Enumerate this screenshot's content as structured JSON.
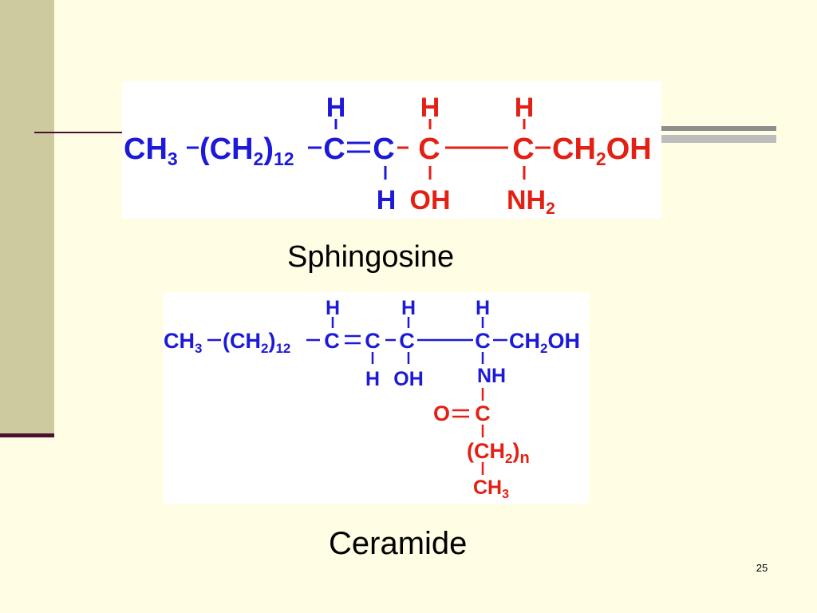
{
  "colors": {
    "background": "#FFFDE3",
    "side_band": "#CDCA9E",
    "accent_dark": "#4A1032",
    "blue_text": "#1C1AD8",
    "red_text": "#E41F13"
  },
  "sphingosine": {
    "caption": "Sphingosine",
    "top_h_1": "H",
    "top_h_2": "H",
    "top_h_3": "H",
    "ch3": "CH",
    "ch3_sub": "3",
    "ch2_open": "(CH",
    "ch2_sub": "2",
    "ch2_close": ")",
    "ch2_count": "12",
    "c1": "C",
    "c2": "C",
    "c3": "C",
    "c4": "C",
    "ch2oh_a": "CH",
    "ch2oh_sub": "2",
    "ch2oh_b": "OH",
    "bottom_h": "H",
    "oh": "OH",
    "nh2": "NH",
    "nh2_sub": "2"
  },
  "ceramide": {
    "caption": "Ceramide",
    "top_h_1": "H",
    "top_h_2": "H",
    "top_h_3": "H",
    "ch3": "CH",
    "ch3_sub": "3",
    "ch2_open": "(CH",
    "ch2_sub": "2",
    "ch2_close": ")",
    "ch2_count": "12",
    "c1": "C",
    "c2": "C",
    "c3": "C",
    "c4": "C",
    "ch2oh_a": "CH",
    "ch2oh_sub": "2",
    "ch2oh_b": "OH",
    "bottom_h": "H",
    "oh": "OH",
    "nh": "NH",
    "o": "O",
    "c5": "C",
    "chain_open": "(CH",
    "chain_sub": "2",
    "chain_close": ")",
    "chain_n": "n",
    "tail_ch3": "CH",
    "tail_ch3_sub": "3"
  },
  "page_number": "25"
}
